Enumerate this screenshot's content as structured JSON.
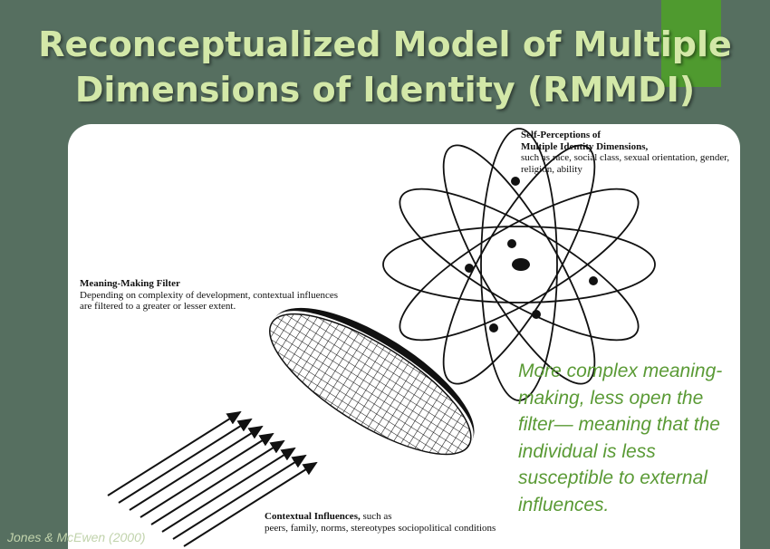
{
  "slide": {
    "title_line1": "Reconceptualized Model of Multiple",
    "title_line2": "Dimensions of Identity (RMMDI)",
    "credit": "Jones & McEwen (2000)",
    "note": "More  complex meaning-making, less open the filter— meaning that the individual is less susceptible to external influences.",
    "colors": {
      "background": "#566f60",
      "accent": "#4f9a2f",
      "title": "#d3e8a8",
      "note": "#5a9a35"
    }
  },
  "diagram": {
    "self_perceptions_title_1": "Self-Perceptions of",
    "self_perceptions_title_2": "Multiple Identity Dimensions,",
    "self_perceptions_body": "such as race, social class, sexual orientation, gender, religion, ability",
    "filter_title": "Meaning-Making Filter",
    "filter_body": "Depending on complexity of development, contextual influences are filtered to a greater or lesser extent.",
    "contextual_title": "Contextual Influences,",
    "contextual_body_1": " such as",
    "contextual_body_2": "peers, family, norms, stereotypes sociopolitical conditions"
  }
}
